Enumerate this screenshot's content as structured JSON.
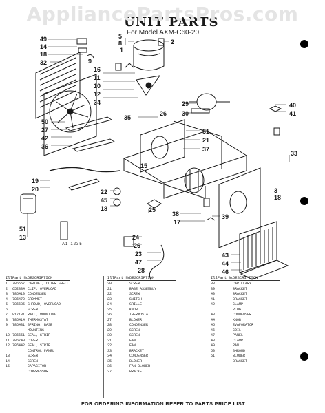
{
  "watermark": "AppliancePartsPros.com",
  "title": "UNIT PARTS",
  "subtitle": "For Model AXM-C60-20",
  "drawing_id": "A1-1235",
  "callouts": [
    {
      "n": "49"
    },
    {
      "n": "14"
    },
    {
      "n": "18"
    },
    {
      "n": "32"
    },
    {
      "n": "5"
    },
    {
      "n": "8"
    },
    {
      "n": "1"
    },
    {
      "n": "2"
    },
    {
      "n": "9"
    },
    {
      "n": "16"
    },
    {
      "n": "11"
    },
    {
      "n": "10"
    },
    {
      "n": "12"
    },
    {
      "n": "34"
    },
    {
      "n": "29"
    },
    {
      "n": "30"
    },
    {
      "n": "40"
    },
    {
      "n": "41"
    },
    {
      "n": "50"
    },
    {
      "n": "27"
    },
    {
      "n": "42"
    },
    {
      "n": "36"
    },
    {
      "n": "35"
    },
    {
      "n": "26"
    },
    {
      "n": "31"
    },
    {
      "n": "21"
    },
    {
      "n": "37"
    },
    {
      "n": "33"
    },
    {
      "n": "15"
    },
    {
      "n": "19"
    },
    {
      "n": "20"
    },
    {
      "n": "22"
    },
    {
      "n": "45"
    },
    {
      "n": "18"
    },
    {
      "n": "25"
    },
    {
      "n": "3"
    },
    {
      "n": "51"
    },
    {
      "n": "13"
    },
    {
      "n": "38"
    },
    {
      "n": "17"
    },
    {
      "n": "39"
    },
    {
      "n": "24"
    },
    {
      "n": "26"
    },
    {
      "n": "23"
    },
    {
      "n": "47"
    },
    {
      "n": "28"
    },
    {
      "n": "43"
    },
    {
      "n": "44"
    },
    {
      "n": "46"
    },
    {
      "n": "18"
    }
  ],
  "table_headers": {
    "illus": "Illus. No.",
    "part": "Part No.",
    "desc": "DESCRIPTION"
  },
  "table_cols": [
    [
      [
        "1",
        "786557",
        "CABINET, OUTER SHELL"
      ],
      [
        "2",
        "652334",
        "CLIP, OVERLOAD"
      ],
      [
        "3",
        "786410",
        "CONDENSER"
      ],
      [
        "4",
        "786470",
        "GROMMET"
      ],
      [
        "5",
        "786635",
        "SHROUD, OVERLOAD"
      ],
      [
        "6",
        "",
        "SCREW"
      ],
      [
        "7",
        "817131",
        "RAIL, MOUNTING"
      ],
      [
        "8",
        "786414",
        "THERMOSTAT"
      ],
      [
        "9",
        "786481",
        "SPRING, BASE"
      ],
      [
        "",
        "",
        "MOUNTING"
      ],
      [
        "10",
        "786651",
        "SEAL, STRIP"
      ],
      [
        "11",
        "786740",
        "COVER"
      ],
      [
        "12",
        "786442",
        "SEAL, STRIP"
      ],
      [
        "",
        "",
        "CONTROL PANEL"
      ],
      [
        "13",
        "",
        "SCREW"
      ],
      [
        "14",
        "",
        "SCREW"
      ],
      [
        "15",
        "",
        "CAPACITOR"
      ],
      [
        "",
        "",
        "COMPRESSOR"
      ]
    ],
    [
      [
        "20",
        "",
        "SCREW"
      ],
      [
        "21",
        "",
        "BASE ASSEMBLY"
      ],
      [
        "22",
        "",
        "SCREW"
      ],
      [
        "23",
        "",
        "SWITCH"
      ],
      [
        "24",
        "",
        "GRILLE"
      ],
      [
        "25",
        "",
        "KNOB"
      ],
      [
        "26",
        "",
        "THERMOSTAT"
      ],
      [
        "27",
        "",
        "BLOWER"
      ],
      [
        "28",
        "",
        "CONDENSER"
      ],
      [
        "29",
        "",
        "SCREW"
      ],
      [
        "30",
        "",
        "SCREW"
      ],
      [
        "31",
        "",
        "FAN"
      ],
      [
        "32",
        "",
        "FAN"
      ],
      [
        "33",
        "",
        "BRACKET"
      ],
      [
        "34",
        "",
        "CONDENSER"
      ],
      [
        "35",
        "",
        "BLOWER"
      ],
      [
        "36",
        "",
        "FAN BLOWER"
      ],
      [
        "37",
        "",
        "BRACKET"
      ]
    ],
    [
      [
        "38",
        "",
        "CAPILLARY"
      ],
      [
        "39",
        "",
        "BRACKET"
      ],
      [
        "40",
        "",
        "BRACKET"
      ],
      [
        "41",
        "",
        "BRACKET"
      ],
      [
        "42",
        "",
        "CLAMP"
      ],
      [
        "",
        "",
        "PLUG"
      ],
      [
        "43",
        "",
        "CONDENSER"
      ],
      [
        "44",
        "",
        "KNOB"
      ],
      [
        "45",
        "",
        "EVAPORATOR"
      ],
      [
        "46",
        "",
        "COIL"
      ],
      [
        "47",
        "",
        "PANEL"
      ],
      [
        "48",
        "",
        "CLAMP"
      ],
      [
        "49",
        "",
        "PAN"
      ],
      [
        "50",
        "",
        "SHROUD"
      ],
      [
        "51",
        "",
        "BLOWER"
      ],
      [
        "",
        "",
        "BRACKET"
      ]
    ]
  ],
  "footer": "FOR ORDERING INFORMATION REFER TO PARTS PRICE LIST",
  "corner_code": "",
  "signature": "",
  "colors": {
    "ink": "#1a1a1a",
    "watermark": "#e4e4e4",
    "paper": "#ffffff"
  }
}
